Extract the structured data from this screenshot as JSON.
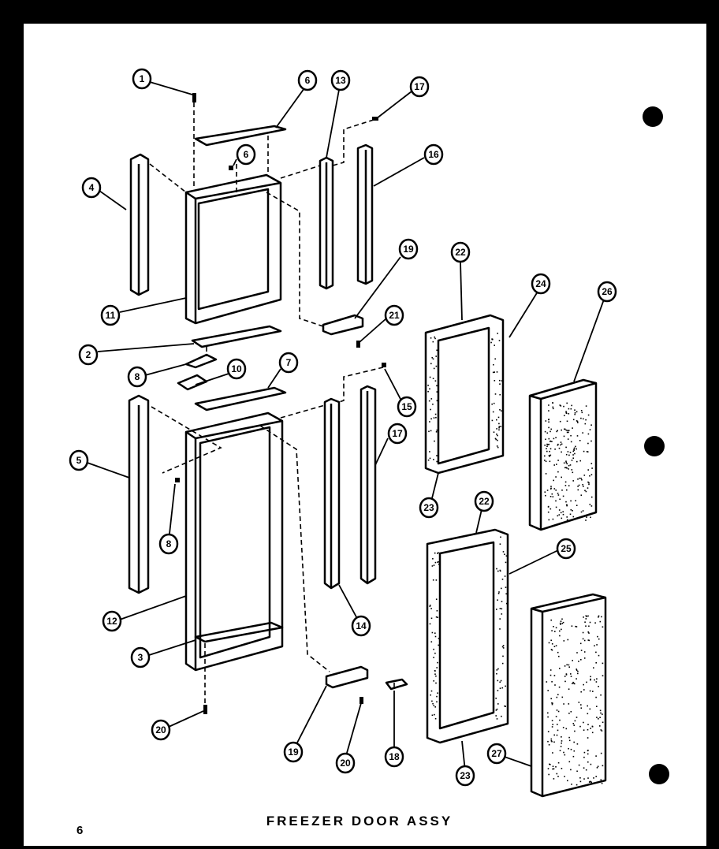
{
  "title": "FREEZER DOOR ASSY",
  "page_number": "6",
  "callouts": [
    "1",
    "6",
    "13",
    "17",
    "6",
    "16",
    "4",
    "11",
    "19",
    "21",
    "22",
    "24",
    "26",
    "2",
    "8",
    "10",
    "7",
    "15",
    "5",
    "17",
    "23",
    "22",
    "25",
    "8",
    "12",
    "14",
    "3",
    "20",
    "19",
    "20",
    "18",
    "27",
    "23"
  ]
}
